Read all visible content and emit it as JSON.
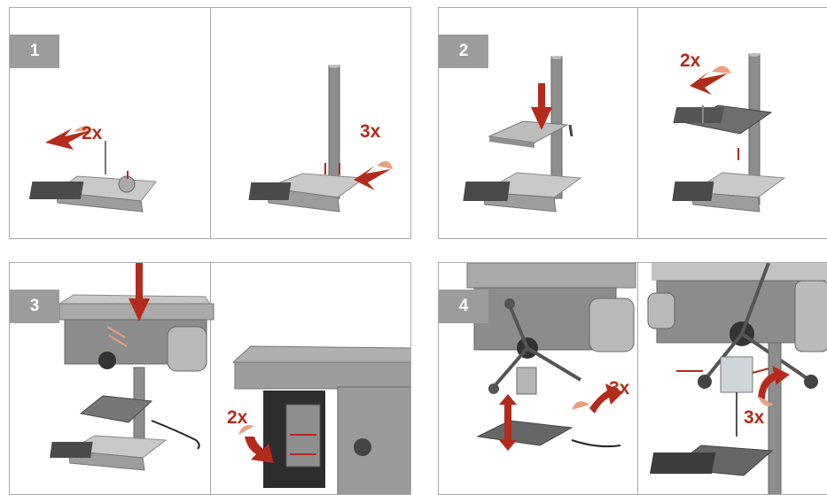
{
  "steps": [
    {
      "number": "1",
      "counts": [
        "2x",
        "3x"
      ]
    },
    {
      "number": "2",
      "counts": [
        "2x"
      ]
    },
    {
      "number": "3",
      "counts": [
        "2x"
      ]
    },
    {
      "number": "4",
      "counts": [
        "3x",
        "3x"
      ]
    }
  ],
  "colors": {
    "accent": "#b32b1b",
    "arrow_tail": "#e8a07f",
    "frame": "#a9a9a9",
    "step_badge": "#9c9c9c"
  }
}
